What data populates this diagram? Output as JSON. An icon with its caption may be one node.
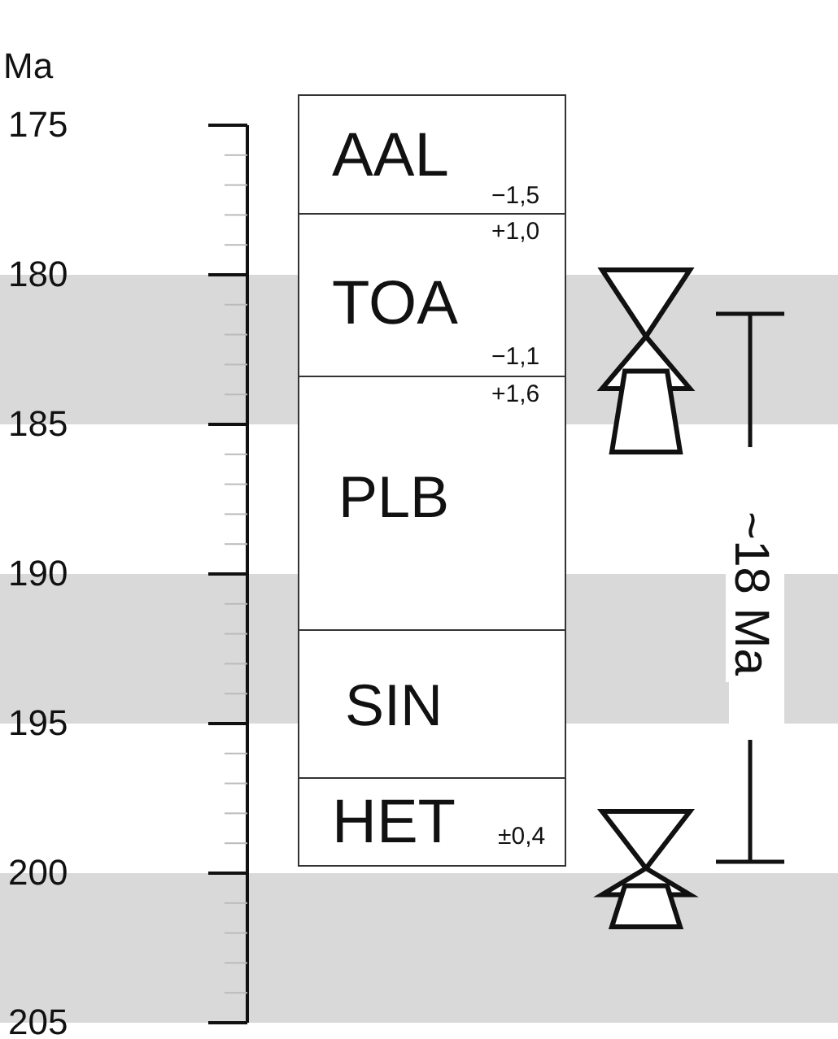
{
  "diagram": {
    "nodes": [
      {
        "text": [
          "AAL",
          "−1,5"
        ]
      },
      {
        "text": [
          "+1,0",
          "TOA",
          "−1,1"
        ]
      },
      {
        "text": [
          "+1,6",
          "PLB"
        ]
      },
      {
        "text": [
          "SIN"
        ]
      },
      {
        "text": [
          "HET",
          "±0,4"
        ]
      }
    ],
    "labels": [
      "Ma",
      "175",
      "180",
      "185",
      "190",
      "195",
      "200",
      "205",
      "~18 Ma"
    ]
  }
}
